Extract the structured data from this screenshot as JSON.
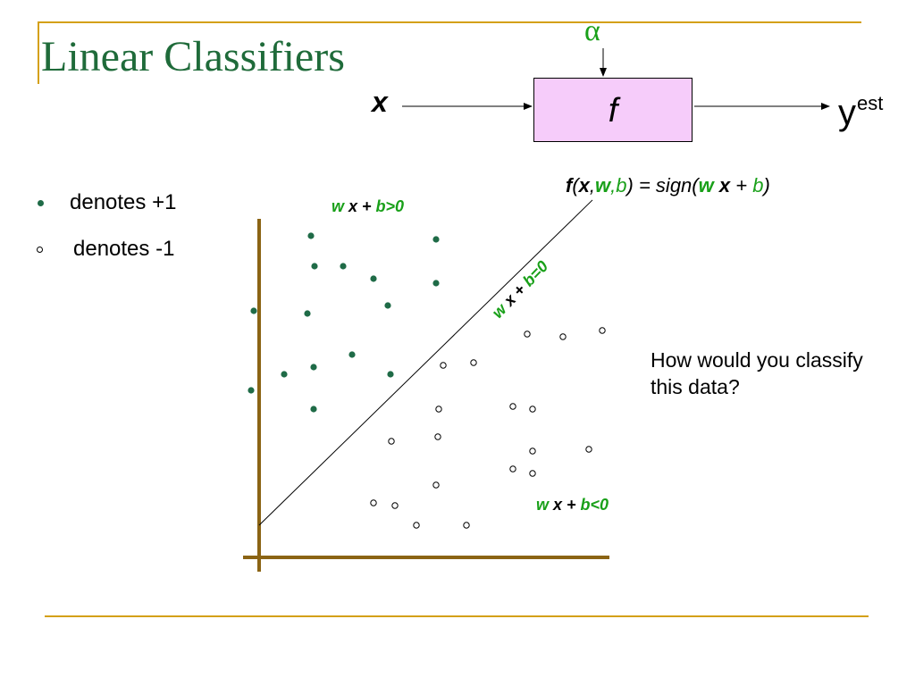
{
  "slide": {
    "title": "Linear Classifiers",
    "diagram": {
      "input_label": "x",
      "box_label": "f",
      "parameter_label": "α",
      "output_main": "y",
      "output_sup": "est"
    },
    "formula": {
      "part1": "f",
      "part2": "(",
      "part3": "x",
      "part4": ",",
      "part5": "w",
      "part6": ",",
      "part7": "b",
      "part8": ") = sign(",
      "part9": "w",
      "part10": " ",
      "part11": "x",
      "part12": " + ",
      "part13": "b",
      "part14": ")"
    },
    "legend": [
      {
        "marker": "filled-dot",
        "text": "denotes +1"
      },
      {
        "marker": "open-circle",
        "text": "denotes -1"
      }
    ],
    "question": "How would you classify this data?",
    "region_labels": {
      "positive": {
        "w": "w",
        "x": " x + ",
        "rest": "b>0"
      },
      "boundary": {
        "w": "w",
        "x": " x + ",
        "rest": "b=0"
      },
      "negative": {
        "w": "w",
        "x": " x + ",
        "rest": "b<0"
      }
    },
    "colors": {
      "title": "#1f6b3a",
      "accent_green": "#19a019",
      "positive_point": "#1f6b47",
      "box_fill": "#f6ccfa",
      "axis": "#8b6414",
      "rule": "#d4a017"
    }
  },
  "chart_data": {
    "type": "scatter",
    "title": "",
    "xlabel": "",
    "ylabel": "",
    "xlim": [
      0,
      390
    ],
    "ylim": [
      0,
      375
    ],
    "grid": false,
    "decision_boundary": {
      "slope": 0.976,
      "intercept": 36
    },
    "series": [
      {
        "name": "denotes +1",
        "marker": "filled",
        "points": [
          [
            -6,
            276
          ],
          [
            58,
            360
          ],
          [
            62,
            326
          ],
          [
            94,
            326
          ],
          [
            128,
            312
          ],
          [
            144,
            282
          ],
          [
            198,
            356
          ],
          [
            198,
            307
          ],
          [
            54,
            273
          ],
          [
            28,
            205
          ],
          [
            61,
            213
          ],
          [
            104,
            227
          ],
          [
            147,
            205
          ],
          [
            -9,
            187
          ],
          [
            61,
            166
          ]
        ]
      },
      {
        "name": "denotes -1",
        "marker": "open",
        "points": [
          [
            300,
            250
          ],
          [
            340,
            247
          ],
          [
            384,
            254
          ],
          [
            240,
            218
          ],
          [
            206,
            215
          ],
          [
            201,
            166
          ],
          [
            284,
            169
          ],
          [
            306,
            166
          ],
          [
            200,
            135
          ],
          [
            148,
            130
          ],
          [
            306,
            119
          ],
          [
            369,
            121
          ],
          [
            284,
            99
          ],
          [
            306,
            94
          ],
          [
            198,
            81
          ],
          [
            128,
            61
          ],
          [
            152,
            58
          ],
          [
            176,
            36
          ],
          [
            232,
            36
          ]
        ]
      }
    ]
  }
}
